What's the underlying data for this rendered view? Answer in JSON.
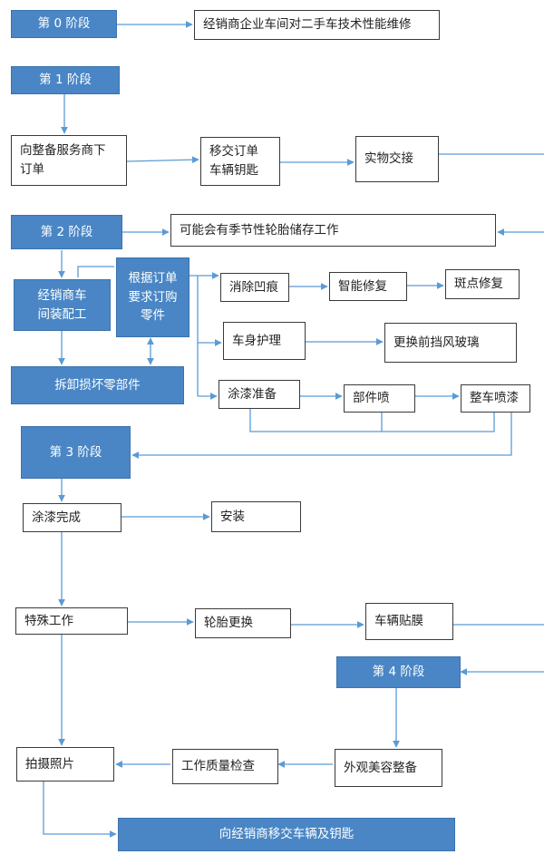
{
  "nodes": {
    "stage0": "第 0 阶段",
    "dealer_workshop": "经销商企业车间对二手车技术性能维修",
    "stage1": "第 1 阶段",
    "order_parts": "向整备服务商下\n订单",
    "transfer_order": "移交订单\n车辆钥匙",
    "physical_handover": "实物交接",
    "stage2": "第 2 阶段",
    "tire_storage": "可能会有季节性轮胎储存工作",
    "dealer_assembly": "经销商车\n间装配工",
    "order_request_parts": "根据订单\n要求订购\n零件",
    "dent_removal": "消除凹痕",
    "smart_repair": "智能修复",
    "spot_repair": "斑点修复",
    "body_care": "车身护理",
    "windshield": "更换前挡风玻璃",
    "paint_prep": "涂漆准备",
    "part_spray": "部件喷",
    "full_spray": "整车喷漆",
    "remove_damaged": "拆卸损坏零部件",
    "stage3": "第 3 阶段",
    "paint_done": "涂漆完成",
    "install": "安装",
    "special_work": "特殊工作",
    "tire_change": "轮胎更换",
    "car_film": "车辆贴膜",
    "stage4": "第 4 阶段",
    "photos": "拍摄照片",
    "quality_check": "工作质量检查",
    "exterior_detail": "外观美容整备",
    "handover_keys": "向经销商移交车辆及钥匙"
  },
  "colors": {
    "stage_fill": "#4a86c5",
    "connector": "#5b9bd5",
    "box_border": "#3a3a3a"
  }
}
